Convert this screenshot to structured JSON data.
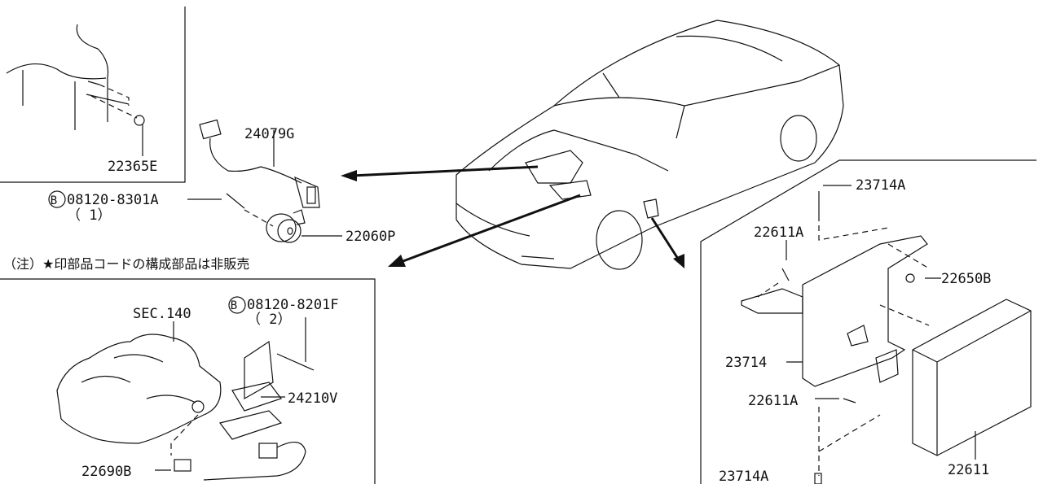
{
  "note": "（注）★印部品コードの構成部品は非販売",
  "parts": {
    "p22365E": "22365E",
    "p24079G": "24079G",
    "bolt1_code": "08120-8301A",
    "bolt1_qty": "（ 1）",
    "bolt_symbol": "B",
    "p22060P": "22060P",
    "sec140": "SEC.140",
    "bolt2_code": "08120-8201F",
    "bolt2_qty": "（ 2）",
    "p24210V": "24210V",
    "p22690B": "22690B",
    "p23714A_top": "23714A",
    "p22611A_top": "22611A",
    "p22650B": "22650B",
    "p23714": "23714",
    "p22611A_bottom": "22611A",
    "p22611": "22611",
    "p23714A_bottom": "23714A"
  }
}
